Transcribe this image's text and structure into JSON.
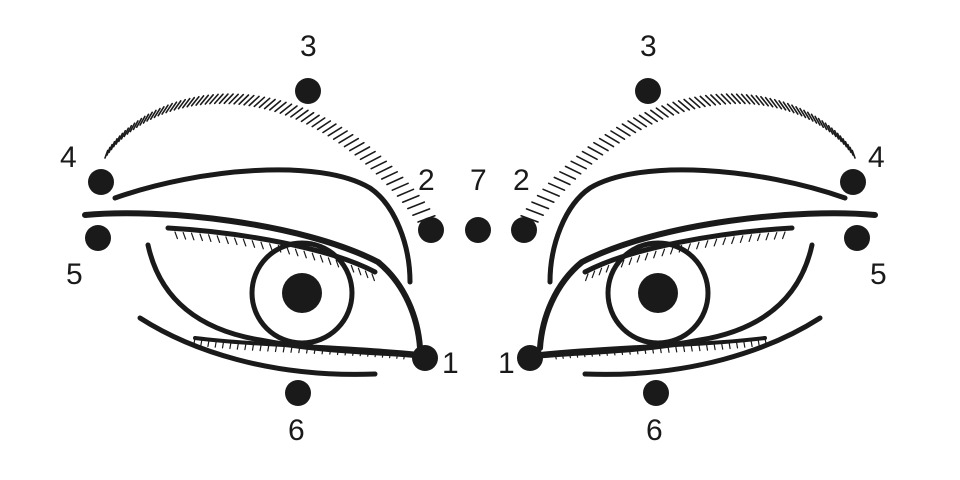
{
  "colors": {
    "ink": "#1a1a1a",
    "background": "#ffffff"
  },
  "points": [
    {
      "label": "1"
    },
    {
      "label": "2"
    },
    {
      "label": "3"
    },
    {
      "label": "4"
    },
    {
      "label": "5"
    },
    {
      "label": "6"
    },
    {
      "label": "7"
    }
  ]
}
